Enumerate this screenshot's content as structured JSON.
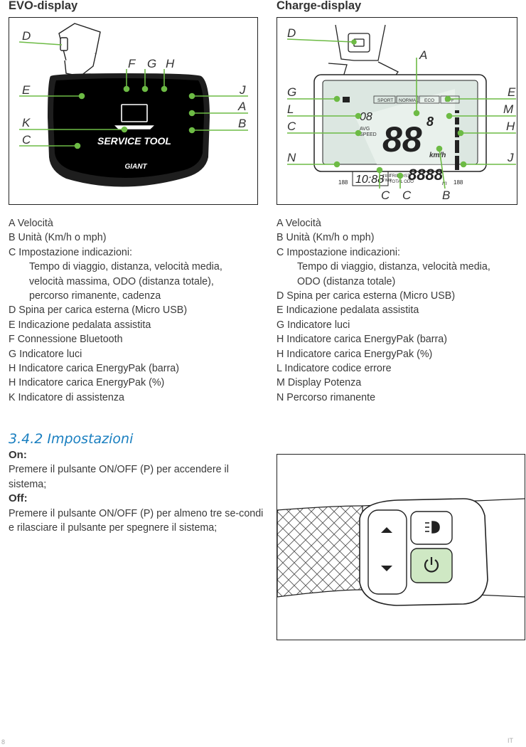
{
  "evo": {
    "title": "EVO-display",
    "letters": {
      "D": "D",
      "E": "E",
      "K": "K",
      "C": "C",
      "F": "F",
      "G": "G",
      "H": "H",
      "J": "J",
      "A": "A",
      "B": "B"
    },
    "screen_text": "SERVICE TOOL",
    "brand": "GIANT",
    "legend": [
      "A Velocità",
      "B Unità (Km/h o mph)",
      "C Impostazione indicazioni:",
      "Tempo di viaggio, distanza, velocità media,",
      "velocità massima, ODO (distanza totale),",
      "percorso rimanente, cadenza",
      "D Spina per carica esterna (Micro USB)",
      "E Indicazione pedalata assistita",
      "F Connessione Bluetooth",
      "G Indicatore luci",
      "H Indicatore carica EnergyPak (barra)",
      "H Indicatore carica EnergyPak (%)",
      "K Indicatore di assistenza"
    ]
  },
  "charge": {
    "title": "Charge-display",
    "letters": {
      "D": "D",
      "A": "A",
      "G": "G",
      "L": "L",
      "C": "C",
      "N": "N",
      "E": "E",
      "M": "M",
      "H": "H",
      "J": "J",
      "C1": "C",
      "C2": "C",
      "B": "B"
    },
    "modes": [
      "SPORT",
      "NORMAL",
      "ECO",
      "OFF"
    ],
    "lcd": {
      "digits_small": "08",
      "avg": "AVG",
      "speed": "SPEED",
      "digits_big": "88",
      "digit_small_big": "8",
      "unit": "km/h",
      "time": "10:88",
      "time_lbl1": "TRIP",
      "time_lbl2": "TIME",
      "trip_dist": "TRIP DIST",
      "total_odo": "TOTAL ODO",
      "dist": "8888",
      "dist_unit": "m",
      "left_num": "188",
      "right_num": "188"
    },
    "legend": [
      "A Velocità",
      "B Unità (Km/h o mph)",
      "C Impostazione indicazioni:",
      "Tempo di viaggio, distanza, velocità media,",
      "ODO (distanza totale)",
      "D Spina per carica esterna (Micro USB)",
      "E Indicazione pedalata assistita",
      "G Indicatore luci",
      "H Indicatore carica EnergyPak (barra)",
      "H Indicatore carica EnergyPak (%)",
      "L Indicatore codice errore",
      "M Display Potenza",
      "N Percorso rimanente"
    ]
  },
  "settings": {
    "section": "3.4.2  Impostazioni",
    "on_label": "On:",
    "on_text": "Premere il pulsante ON/OFF (P) per accendere il sistema;",
    "off_label": "Off:",
    "off_text": "Premere il pulsante ON/OFF (P) per almeno tre se-condi e rilasciare il pulsante per spegnere il sistema;"
  },
  "page": {
    "left": "8",
    "right": "IT"
  },
  "colors": {
    "accent_green": "#6dbb45",
    "title_blue": "#1a7fc0",
    "power_button": "#cfe8c4"
  },
  "icons": [
    "usb-plug-icon",
    "laptop-icon",
    "arrow-up-icon",
    "arrow-down-icon",
    "headlight-icon",
    "power-icon"
  ]
}
